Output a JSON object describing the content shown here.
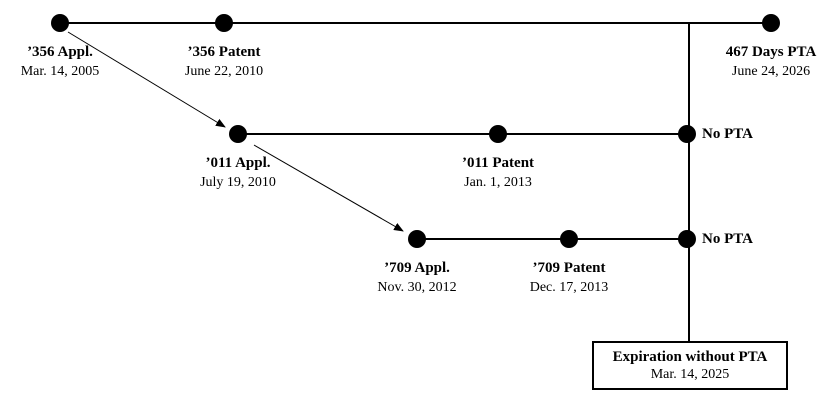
{
  "nodes": {
    "app356": {
      "title": "’356 Appl.",
      "date": "Mar. 14, 2005"
    },
    "pat356": {
      "title": "’356 Patent",
      "date": "June 22, 2010"
    },
    "pta467": {
      "title": "467 Days PTA",
      "date": "June 24, 2026"
    },
    "app011": {
      "title": "’011 Appl.",
      "date": "July 19, 2010"
    },
    "pat011": {
      "title": "’011 Patent",
      "date": "Jan. 1, 2013"
    },
    "app709": {
      "title": "’709 Appl.",
      "date": "Nov. 30, 2012"
    },
    "pat709": {
      "title": "’709 Patent",
      "date": "Dec. 17, 2013"
    }
  },
  "side_labels": {
    "row2": "No PTA",
    "row3": "No PTA"
  },
  "expiration": {
    "title": "Expiration without PTA",
    "date": "Mar. 14, 2025"
  },
  "colors": {
    "line": "#000000",
    "dot": "#000000",
    "background": "#ffffff"
  }
}
